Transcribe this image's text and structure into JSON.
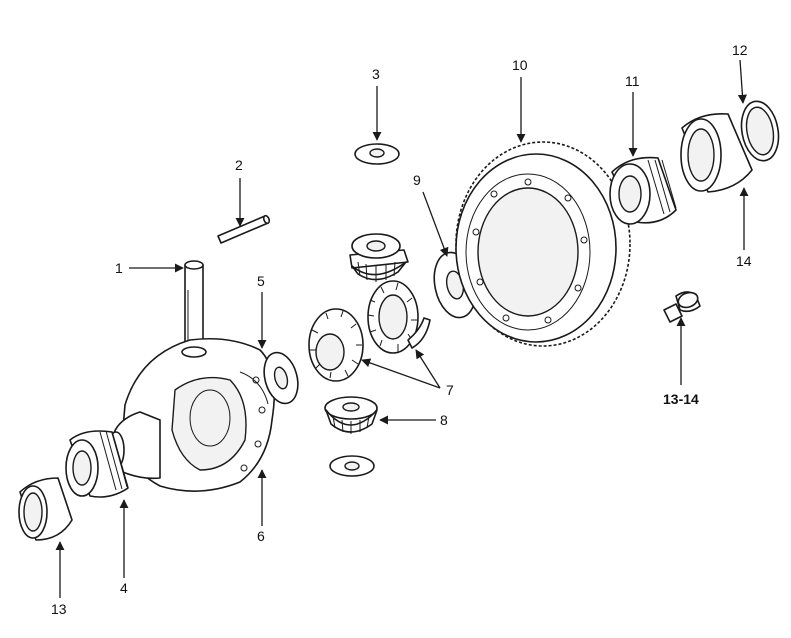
{
  "callouts": [
    {
      "id": "c1",
      "text": "1"
    },
    {
      "id": "c2",
      "text": "2"
    },
    {
      "id": "c3",
      "text": "3"
    },
    {
      "id": "c4",
      "text": "4"
    },
    {
      "id": "c5",
      "text": "5"
    },
    {
      "id": "c6",
      "text": "6"
    },
    {
      "id": "c7",
      "text": "7"
    },
    {
      "id": "c8",
      "text": "8"
    },
    {
      "id": "c9",
      "text": "9"
    },
    {
      "id": "c10",
      "text": "10"
    },
    {
      "id": "c11",
      "text": "11"
    },
    {
      "id": "c12",
      "text": "12"
    },
    {
      "id": "c13",
      "text": "13"
    },
    {
      "id": "c14",
      "text": "14"
    },
    {
      "id": "c1314",
      "text": "13-14"
    }
  ]
}
